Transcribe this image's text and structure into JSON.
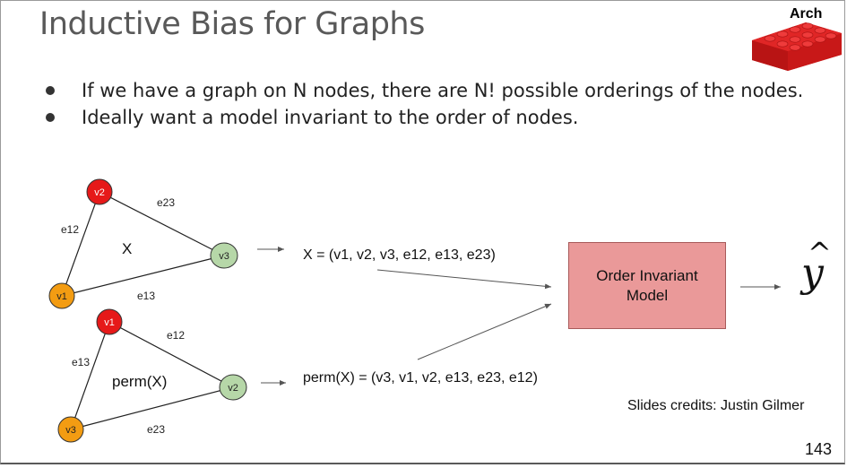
{
  "slide": {
    "title": "Inductive Bias for Graphs",
    "bullets": [
      "If we have a graph on N nodes, there are N! possible orderings of the nodes.",
      "Ideally want a model invariant to the order of nodes."
    ],
    "arch_label": "Arch",
    "credits": "Slides credits: Justin Gilmer",
    "page_number": "143"
  },
  "graph_top": {
    "label": "X",
    "nodes": [
      {
        "id": "v2",
        "color": "#e61919"
      },
      {
        "id": "v1",
        "color": "#f39c12"
      },
      {
        "id": "v3",
        "color": "#b6d7a8"
      }
    ],
    "edges": [
      "e12",
      "e23",
      "e13"
    ]
  },
  "graph_bottom": {
    "label": "perm(X)",
    "nodes": [
      {
        "id": "v1",
        "color": "#e61919"
      },
      {
        "id": "v3",
        "color": "#f39c12"
      },
      {
        "id": "v2",
        "color": "#b6d7a8"
      }
    ],
    "edges": [
      "e13",
      "e12",
      "e23"
    ]
  },
  "formulas": {
    "top": "X = (v1, v2, v3, e12, e13, e23)",
    "bottom": "perm(X) = (v3, v1, v2, e13, e23, e12)"
  },
  "model": {
    "line1": "Order Invariant",
    "line2": "Model",
    "color": "#ea9999"
  },
  "output": {
    "symbol": "y",
    "hat": "^"
  }
}
